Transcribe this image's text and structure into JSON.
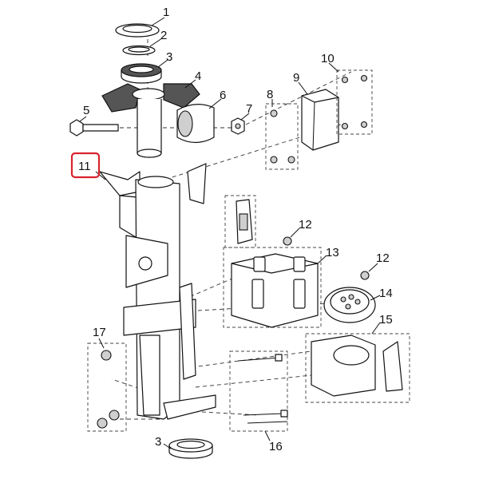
{
  "callouts": [
    {
      "id": "c1",
      "label": "1"
    },
    {
      "id": "c2",
      "label": "2"
    },
    {
      "id": "c3a",
      "label": "3"
    },
    {
      "id": "c4",
      "label": "4"
    },
    {
      "id": "c5",
      "label": "5"
    },
    {
      "id": "c6",
      "label": "6"
    },
    {
      "id": "c7",
      "label": "7"
    },
    {
      "id": "c8",
      "label": "8"
    },
    {
      "id": "c9",
      "label": "9"
    },
    {
      "id": "c10",
      "label": "10"
    },
    {
      "id": "c11",
      "label": "11"
    },
    {
      "id": "c12a",
      "label": "12"
    },
    {
      "id": "c12b",
      "label": "12"
    },
    {
      "id": "c13",
      "label": "13"
    },
    {
      "id": "c14",
      "label": "14"
    },
    {
      "id": "c15",
      "label": "15"
    },
    {
      "id": "c16",
      "label": "16"
    },
    {
      "id": "c17",
      "label": "17"
    },
    {
      "id": "c3b",
      "label": "3"
    }
  ],
  "highlighted_callout": "11",
  "colors": {
    "line": "#111111",
    "highlight": "#d9232e",
    "fill_dark": "#555555",
    "fill_grey": "#cfcfcf"
  }
}
